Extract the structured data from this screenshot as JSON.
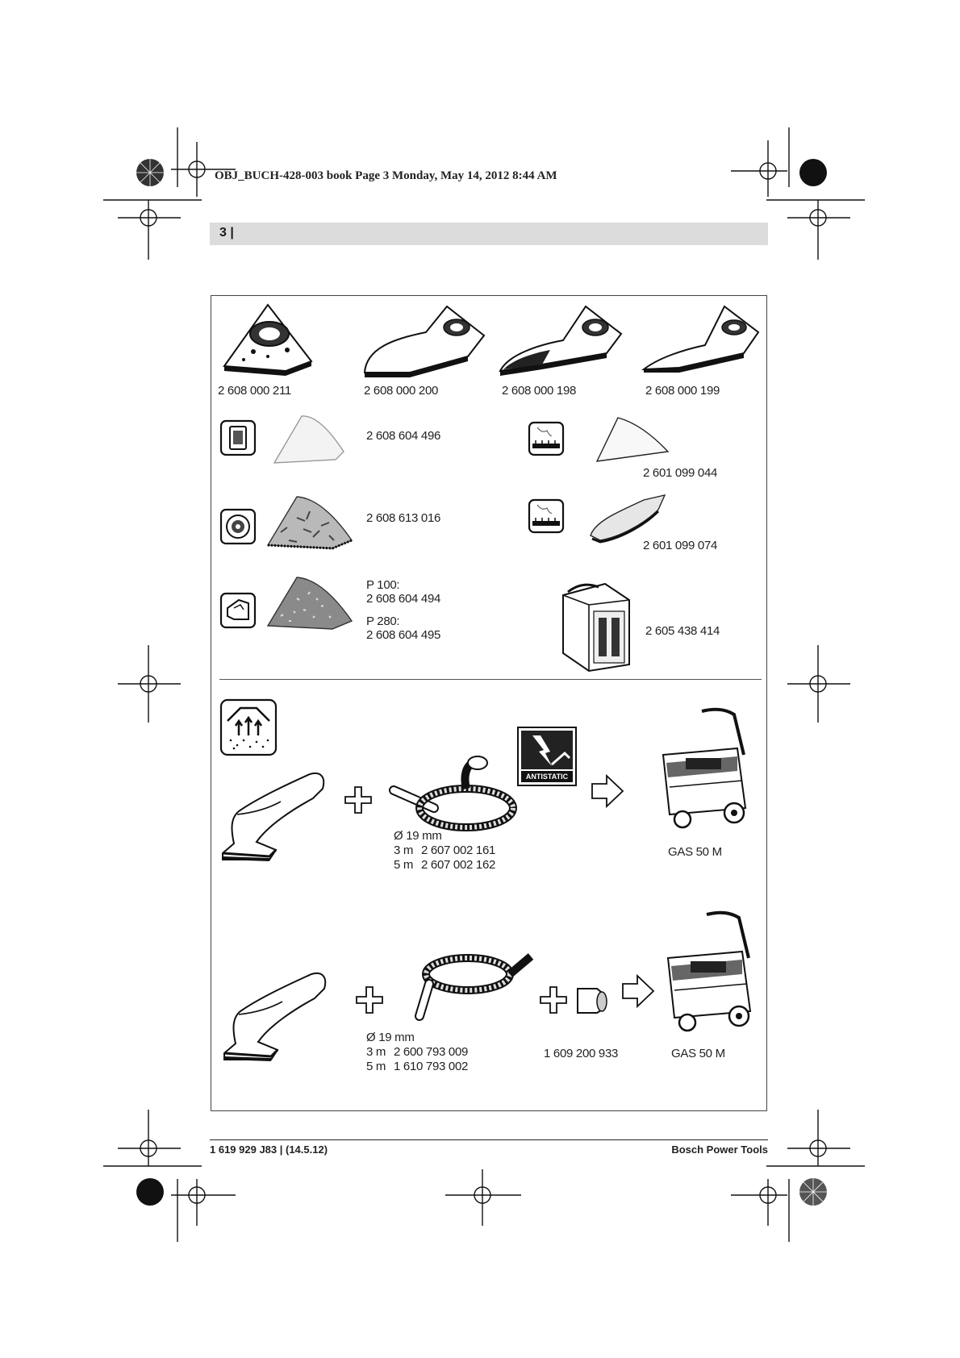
{
  "header": {
    "printer_line": "OBJ_BUCH-428-003 book  Page 3  Monday, May 14, 2012  8:44 AM",
    "page_number": "3 |"
  },
  "accessories": {
    "sanding_plates": [
      {
        "code": "2 608 000 211"
      },
      {
        "code": "2 608 000 200"
      },
      {
        "code": "2 608 000 198"
      },
      {
        "code": "2 608 000 199"
      }
    ],
    "sheets": {
      "felt": "2 608 604 496",
      "paper_triangle": "2 601 099 044",
      "fleece": "2 608 613 016",
      "paper_tip": "2 601 099 074",
      "grit_p100_label": "P 100:",
      "grit_p100_code": "2 608 604 494",
      "grit_p280_label": "P 280:",
      "grit_p280_code": "2 608 604 495",
      "case": "2 605 438 414"
    }
  },
  "extraction": {
    "row1": {
      "diameter": "Ø 19 mm",
      "hose_3m_length": "3 m",
      "hose_3m_code": "2 607 002 161",
      "hose_5m_length": "5 m",
      "hose_5m_code": "2 607 002 162",
      "antistatic_label": "ANTISTATIC",
      "vacuum": "GAS 50 M"
    },
    "row2": {
      "diameter": "Ø 19 mm",
      "hose_3m_length": "3 m",
      "hose_3m_code": "2 600 793 009",
      "hose_5m_length": "5 m",
      "hose_5m_code": "1 610 793 002",
      "adapter_code": "1 609 200 933",
      "vacuum": "GAS 50 M"
    }
  },
  "footer": {
    "doc_code": "1 619 929 J83 | (14.5.12)",
    "brand": "Bosch Power Tools"
  }
}
